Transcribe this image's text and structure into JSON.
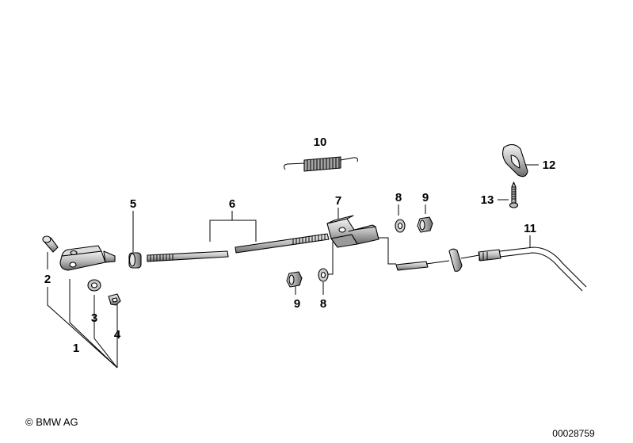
{
  "diagram": {
    "callouts": [
      "1",
      "2",
      "3",
      "4",
      "5",
      "6",
      "7",
      "8",
      "9",
      "10",
      "11",
      "12",
      "13",
      "9",
      "8"
    ],
    "copyright": "© BMW AG",
    "image_number": "00028759"
  }
}
